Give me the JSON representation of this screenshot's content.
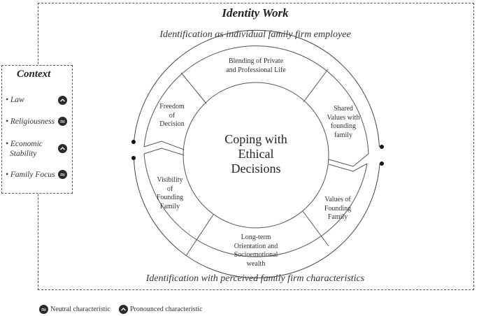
{
  "identity_work": {
    "title": "Identity Work",
    "top_label": "Identification as individual family firm employee",
    "bottom_label": "Identification with perceived family firm characteristics"
  },
  "context": {
    "title": "Context",
    "items": [
      {
        "label": "• Law",
        "level": "pronounced"
      },
      {
        "label": "• Religiousness",
        "level": "neutral"
      },
      {
        "label": "• Economic",
        "label2": "Stability",
        "level": "pronounced"
      },
      {
        "label": "• Family Focus",
        "level": "neutral"
      }
    ]
  },
  "center": {
    "line1": "Coping with",
    "line2": "Ethical",
    "line3": "Decisions"
  },
  "segments": {
    "top": [
      "Blending of Private",
      "and Professional Life"
    ],
    "top_left": [
      "Freedom",
      "of",
      "Decision"
    ],
    "top_right": [
      "Shared",
      "Values with",
      "founding",
      "family"
    ],
    "bottom_left": [
      "Visibility",
      "of",
      "Founding",
      "Family"
    ],
    "bottom_right": [
      "Values of",
      "Founding",
      "Family"
    ],
    "bottom": [
      "Long-term",
      "Orientation and",
      "Socioemotional",
      "wealth"
    ]
  },
  "legend": {
    "neutral": "Neutral characteristic",
    "pronounced": "Pronounced characteristic"
  }
}
